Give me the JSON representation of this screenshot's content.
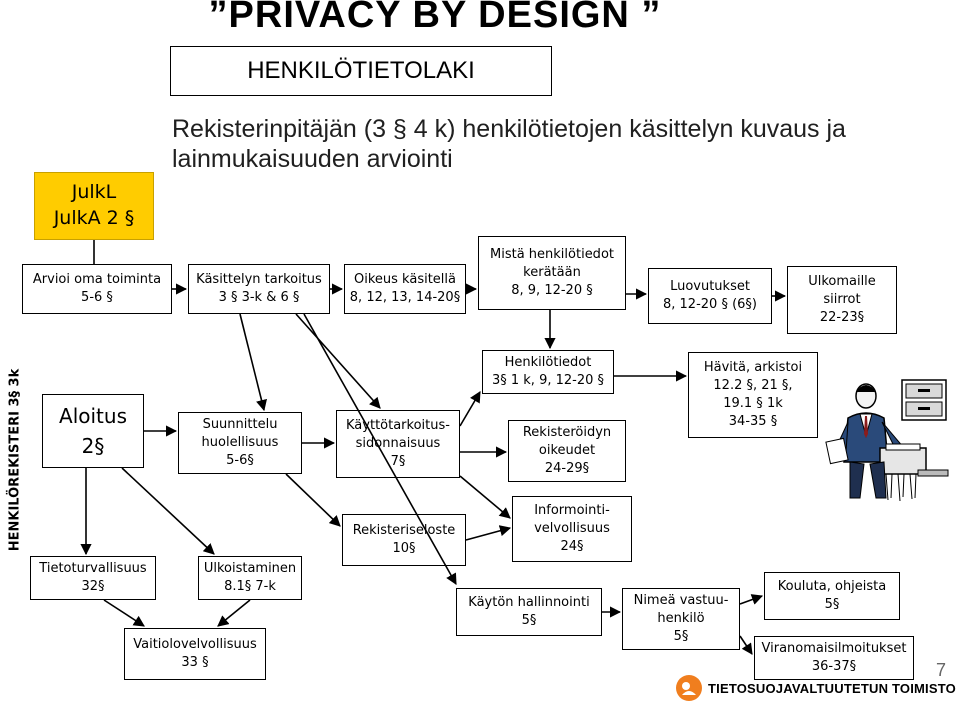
{
  "title": "”PRIVACY BY DESIGN ”",
  "subtitle": "HENKILÖTIETOLAKI",
  "lead": "Rekisterinpitäjän (3 § 4 k) henkilötietojen käsittelyn kuvaus ja lainmukaisuuden arviointi",
  "julk": {
    "line1": "JulkL",
    "line2": "JulkA 2 §"
  },
  "vertical_label": "HENKILÖREKISTERI 3§ 3k",
  "top_row": [
    {
      "line1": "Arvioi oma toiminta",
      "line2": "5-6 §"
    },
    {
      "line1": "Käsittelyn tarkoitus",
      "line2": "3 § 3-k & 6 §"
    },
    {
      "line1": "Oikeus käsitellä",
      "line2": "8, 12, 13, 14-20§"
    },
    {
      "line1": "Mistä henkilötiedot",
      "line2": "kerätään",
      "line3": "8, 9, 12-20 §"
    },
    {
      "line1": "Luovutukset",
      "line2": "8, 12-20 § (6§)"
    },
    {
      "line1": "Ulkomaille",
      "line2": "siirrot",
      "line3": "22-23§"
    }
  ],
  "aloitus": {
    "line1": "Aloitus",
    "line2": "2§"
  },
  "suunnittelu": {
    "line1": "Suunnittelu",
    "line2": "huolellisuus",
    "line3": "5-6§"
  },
  "kayttotarkoitus": {
    "line1": "Käyttötarkoitus-",
    "line2": "sidonnaisuus",
    "line3": "7§"
  },
  "rekisteriseloste": {
    "line1": "Rekisteriseloste",
    "line2": "10§"
  },
  "henkilotiedot": {
    "line1": "Henkilötiedot",
    "line2": "3§ 1 k, 9, 12-20 §"
  },
  "rekisteroidyn": {
    "line1": "Rekisteröidyn",
    "line2": "oikeudet",
    "line3": "24-29§"
  },
  "informointi": {
    "line1": "Informointi-",
    "line2": "velvollisuus",
    "line3": "24§"
  },
  "havita": {
    "line1": "Hävitä, arkistoi",
    "line2": "12.2 §, 21 §,",
    "line3": "19.1 § 1k",
    "line4": "34-35 §"
  },
  "tietoturva": {
    "line1": "Tietoturvallisuus",
    "line2": "32§"
  },
  "ulkoistaminen": {
    "line1": "Ulkoistaminen",
    "line2": "8.1§ 7-k"
  },
  "vaitiolo": {
    "line1": "Vaitiolovelvollisuus",
    "line2": "33 §"
  },
  "kayton": {
    "line1": "Käytön hallinnointi",
    "line2": "5§"
  },
  "nimea": {
    "line1": "Nimeä vastuu-",
    "line2": "henkilö",
    "line3": "5§"
  },
  "kouluta": {
    "line1": "Kouluta, ohjeista",
    "line2": "5§"
  },
  "viranomais": {
    "line1": "Viranomaisilmoitukset",
    "line2": "36-37§"
  },
  "page_number": "7",
  "logo_text": "TIETOSUOJAVALTUUTETUN TOIMISTO",
  "colors": {
    "julk_fill": "#ffcc00",
    "logo_orange": "#f07e1e",
    "line": "#000000"
  },
  "icons": [
    "office-worker-clipart-icon",
    "tietosuojavaltuutettu-logo-icon"
  ]
}
